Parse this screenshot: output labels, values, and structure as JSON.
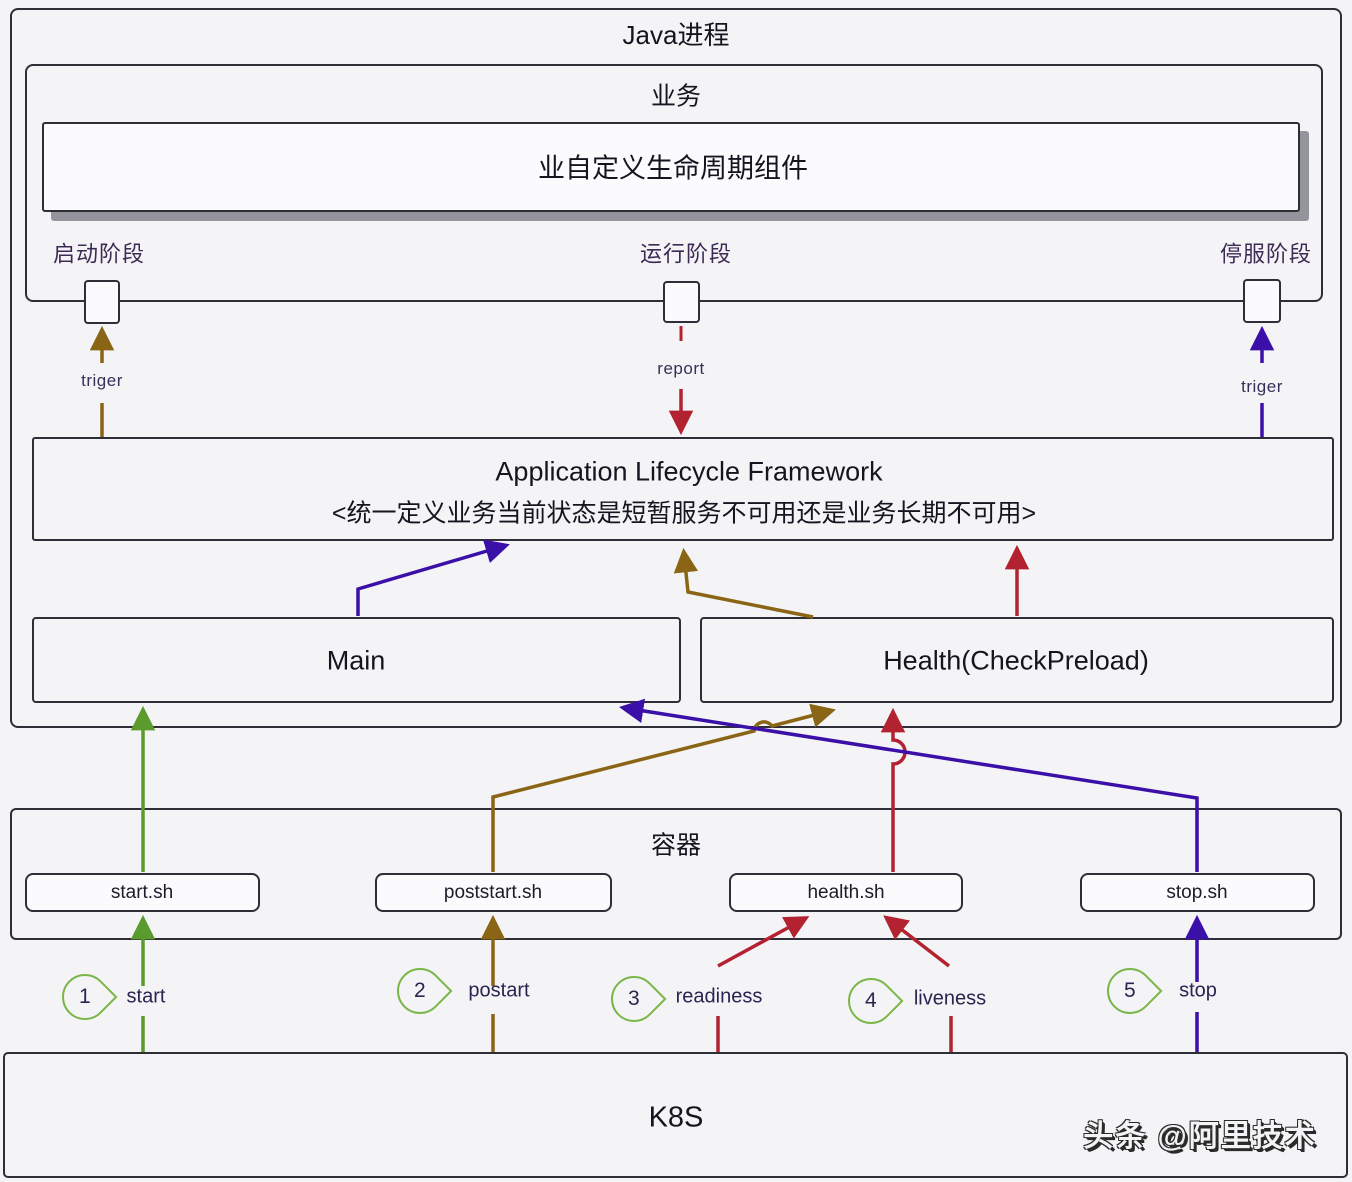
{
  "colors": {
    "background": "#f4f4f7",
    "border": "#2e2e38",
    "arrow_green": "#5b9b2d",
    "arrow_red": "#b22230",
    "arrow_purple": "#3a10a8",
    "arrow_olive": "#8a6516",
    "teardrop_green": "#7ab648"
  },
  "java_process": {
    "title": "Java进程"
  },
  "business": {
    "title": "业务",
    "component": "业自定义生命周期组件"
  },
  "phases": [
    {
      "label": "启动阶段",
      "arrow_label": "triger"
    },
    {
      "label": "运行阶段",
      "arrow_label": "report"
    },
    {
      "label": "停服阶段",
      "arrow_label": "triger"
    }
  ],
  "framework": {
    "title": "Application Lifecycle Framework",
    "subtitle": "<统一定义业务当前状态是短暂服务不可用还是业务长期不可用>"
  },
  "threads": {
    "main": "Main",
    "health": "Health(CheckPreload)"
  },
  "container": {
    "title": "容器",
    "scripts": [
      {
        "label": "start.sh"
      },
      {
        "label": "poststart.sh"
      },
      {
        "label": "health.sh"
      },
      {
        "label": "stop.sh"
      }
    ]
  },
  "hooks": [
    {
      "num": "1",
      "label": "start"
    },
    {
      "num": "2",
      "label": "postart"
    },
    {
      "num": "3",
      "label": "readiness"
    },
    {
      "num": "4",
      "label": "liveness"
    },
    {
      "num": "5",
      "label": "stop"
    }
  ],
  "k8s": {
    "title": "K8S"
  },
  "watermark": "头条 @阿里技术"
}
